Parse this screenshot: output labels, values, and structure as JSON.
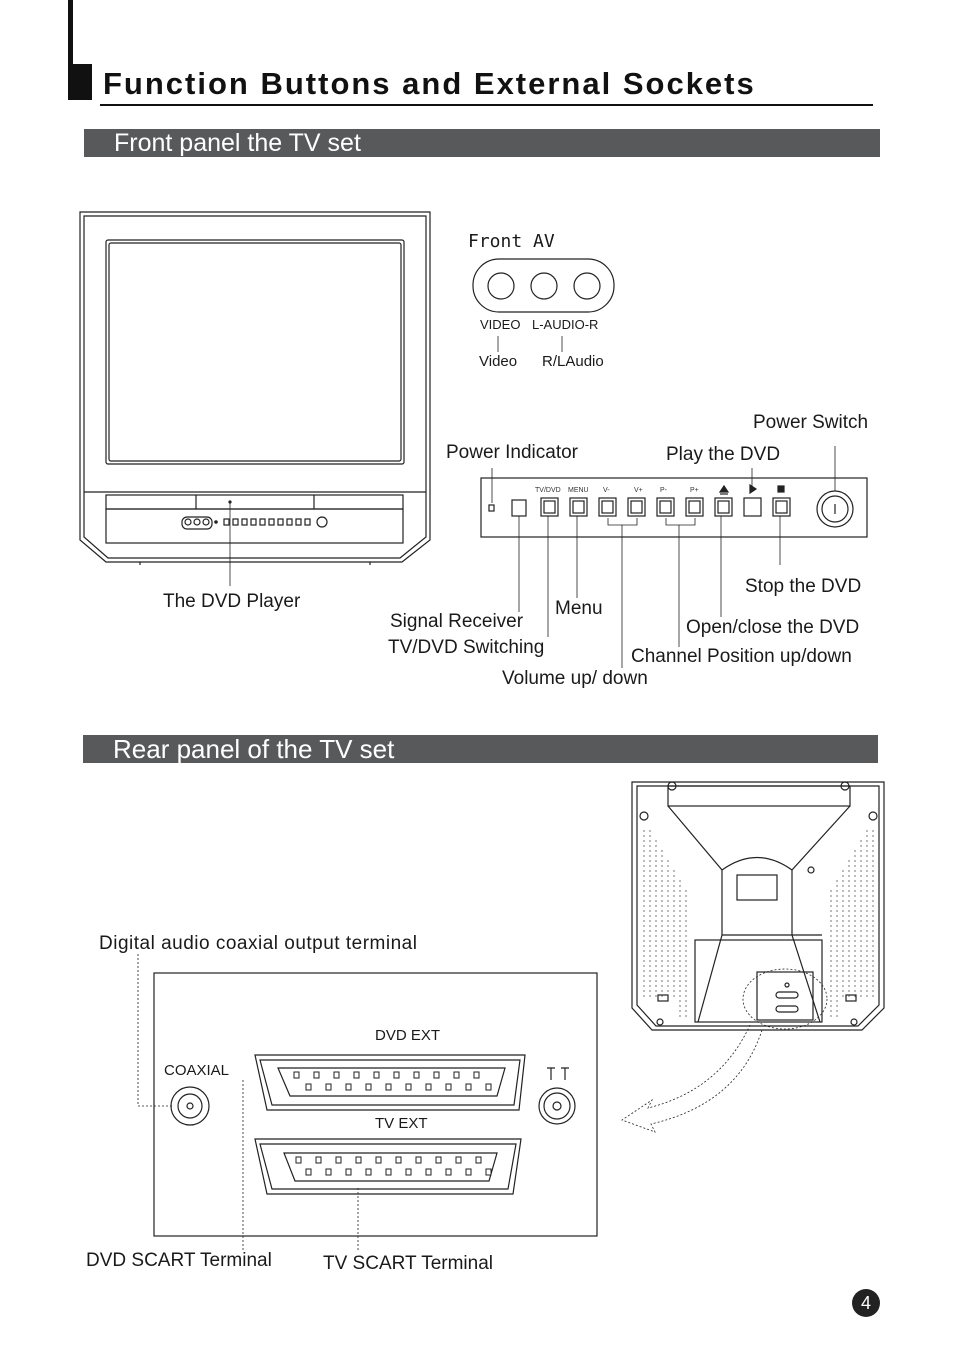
{
  "title": "Function Buttons and External Sockets",
  "sections": {
    "front": "Front panel the TV set",
    "rear": "Rear panel of the TV set"
  },
  "front_av": {
    "heading": "Front AV",
    "jack_labels": {
      "video": "VIDEO",
      "audio": "L-AUDIO-R"
    },
    "captions": {
      "video": "Video",
      "audio": "R/LAudio"
    }
  },
  "panel_buttons": {
    "tvdvd": "TV/DVD",
    "menu": "MENU",
    "vminus": "V-",
    "vplus": "V+",
    "pminus": "P-",
    "pplus": "P+"
  },
  "front_labels": {
    "power_switch": "Power Switch",
    "power_indicator": "Power Indicator",
    "play": "Play the DVD",
    "dvd_player": "The DVD Player",
    "menu": "Menu",
    "signal_receiver": "Signal Receiver",
    "tv_dvd_switching": "TV/DVD Switching",
    "stop": "Stop the DVD",
    "open_close": "Open/close the DVD",
    "channel": "Channel Position up/down",
    "volume": "Volume up/ down"
  },
  "rear_labels": {
    "digital_audio": "Digital audio coaxial output terminal",
    "coaxial": "COAXIAL",
    "dvd_ext": "DVD EXT",
    "tv_ext": "TV EXT",
    "dvd_scart": "DVD SCART Terminal",
    "tv_scart": "TV SCART Terminal"
  },
  "page_number": "4"
}
